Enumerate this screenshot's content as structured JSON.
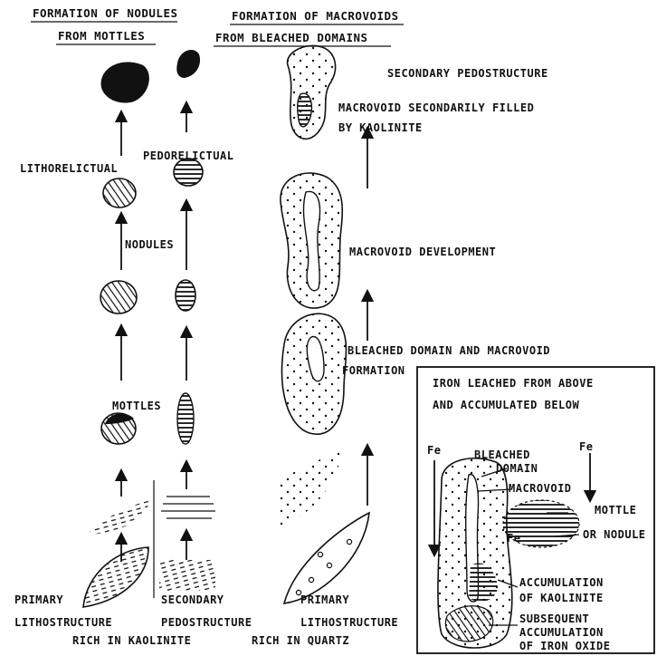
{
  "headings": {
    "nodules_line1": "FORMATION OF NODULES",
    "nodules_line2": "FROM MOTTLES",
    "macrovoids_line1": "FORMATION OF MACROVOIDS",
    "macrovoids_line2": "FROM BLEACHED DOMAINS"
  },
  "labels": {
    "secondary_pedostructure": "SECONDARY PEDOSTRUCTURE",
    "macrovoid_filled_1": "MACROVOID SECONDARILY FILLED",
    "macrovoid_filled_2": "BY   KAOLINITE",
    "lithorelictual": "LITHORELICTUAL",
    "pedorelictual": "PEDORELICTUAL",
    "nodules": "NODULES",
    "macrovoid_development": "MACROVOID DEVELOPMENT",
    "bleached_domain_1": "BLEACHED DOMAIN AND MACROVOID",
    "bleached_domain_2": "FORMATION",
    "mottles": "MOTTLES",
    "primary_1": "PRIMARY",
    "primary_2": "LITHOSTRUCTURE",
    "secondary_1": "SECONDARY",
    "secondary_2": "PEDOSTRUCTURE",
    "primary_q_1": "PRIMARY",
    "primary_q_2": "LITHOSTRUCTURE",
    "rich_kaolinite": "RICH IN KAOLINITE",
    "rich_quartz": "RICH IN QUARTZ"
  },
  "inset": {
    "title_1": "IRON LEACHED FROM ABOVE",
    "title_2": "AND ACCUMULATED BELOW",
    "fe_left": "Fe",
    "fe_right": "Fe",
    "fe_inner": "Fe",
    "bleached_1": "BLEACHED",
    "bleached_2": "DOMAIN",
    "macrovoid": "MACROVOID",
    "mottle": "MOTTLE",
    "or_nodule": "OR NODULE",
    "accum_k_1": "ACCUMULATION",
    "accum_k_2": "OF KAOLINITE",
    "subs_1": "SUBSEQUENT",
    "subs_2": "ACCUMULATION",
    "subs_3": "OF IRON OXIDE"
  }
}
